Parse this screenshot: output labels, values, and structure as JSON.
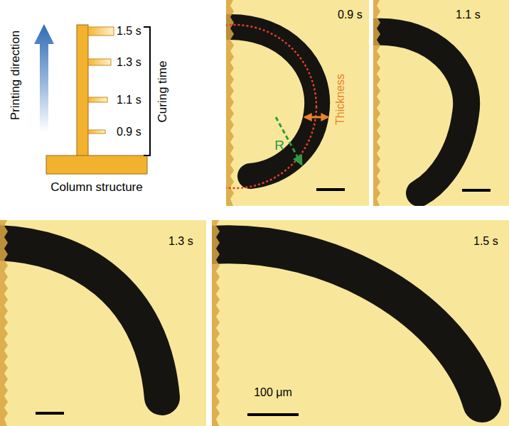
{
  "diagram": {
    "nodes": [
      {
        "text": [
          "0.9 s",
          "R",
          "Thickness"
        ]
      },
      {
        "text": [
          "1.1 s"
        ]
      },
      {
        "text": [
          "1.3 s"
        ]
      },
      {
        "text": [
          "1.5 s",
          "100 μm"
        ]
      }
    ],
    "labels": [
      "Printing direction",
      "1.5 s",
      "1.3 s",
      "1.1 s",
      "0.9 s",
      "Curing time",
      "Column structure"
    ]
  }
}
